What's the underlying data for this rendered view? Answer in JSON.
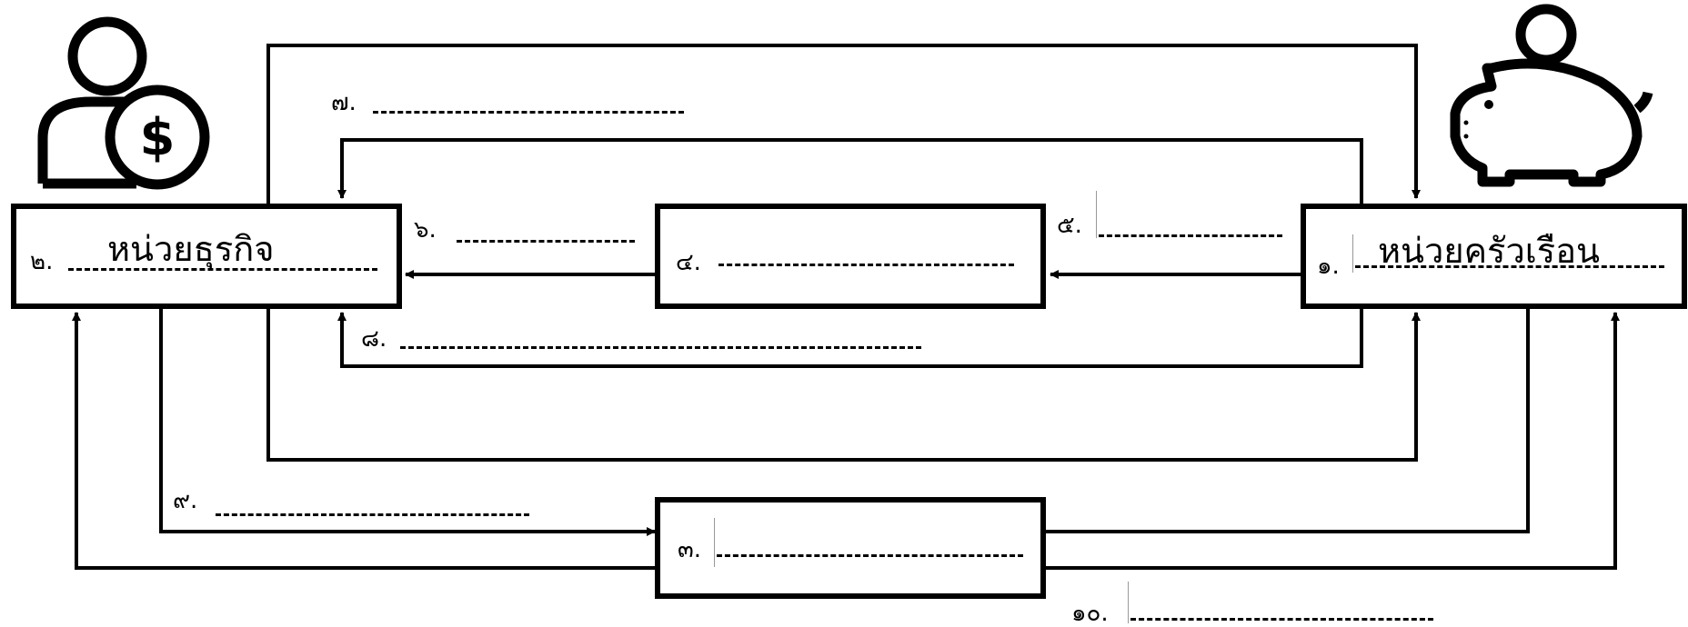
{
  "diagram": {
    "business": {
      "number": "๒.",
      "name": "หน่วยธุรกิจ"
    },
    "household": {
      "number": "๑.",
      "name": "หน่วยครัวเรือน"
    },
    "middle_box": {
      "number": "๔."
    },
    "bottom_box": {
      "number": "๓."
    },
    "flows": {
      "f5": "๕.",
      "f6": "๖.",
      "f7": "๗.",
      "f8": "๘.",
      "f9": "๙.",
      "f10": "๑๐."
    }
  },
  "icons": [
    "person-money-icon",
    "piggy-bank-icon"
  ]
}
